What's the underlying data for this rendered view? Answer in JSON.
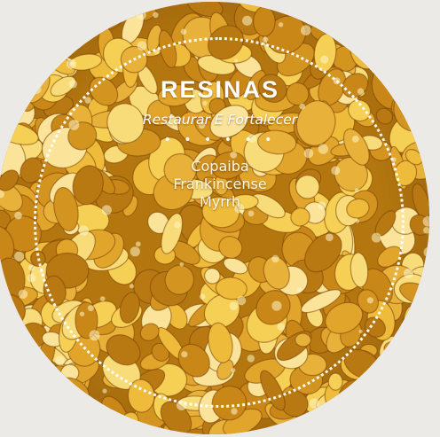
{
  "label": {
    "title": "RESINAS",
    "subtitle": "Restaurar E Fortalecer",
    "oils": [
      "Copaiba",
      "Frankincense",
      "Myrrh"
    ]
  },
  "colors": {
    "background": "#eceae6",
    "resin_light": "#f4c84a",
    "resin_mid": "#d99a22",
    "resin_dark": "#9c5f0c",
    "text": "#ffffff"
  }
}
